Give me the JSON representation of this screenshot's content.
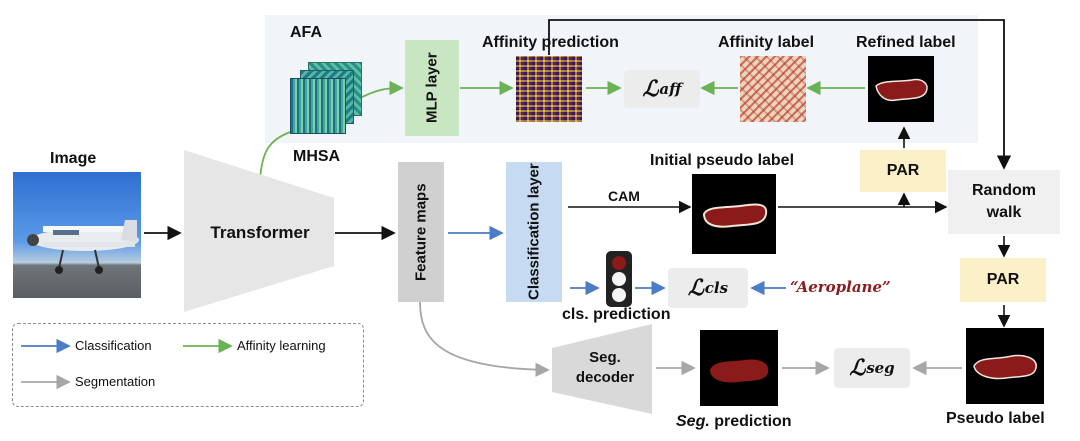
{
  "afa": {
    "title": "AFA",
    "mhsa": "MHSA",
    "mlp_layer": "MLP layer",
    "affinity_prediction": "Affinity prediction",
    "affinity_label": "Affinity label",
    "refined_label": "Refined label",
    "loss_aff": "aff"
  },
  "image": {
    "label": "Image"
  },
  "transformer": {
    "label": "Transformer"
  },
  "feature_maps": {
    "label": "Feature maps"
  },
  "classification_layer": {
    "label": "Classification layer"
  },
  "cam": {
    "label": "CAM"
  },
  "initial_pseudo_label": {
    "label": "Initial pseudo label"
  },
  "par_top": {
    "label": "PAR"
  },
  "random_walk": {
    "label": "Random walk"
  },
  "par_bottom": {
    "label": "PAR"
  },
  "pseudo_label": {
    "label": "Pseudo label"
  },
  "cls_prediction": {
    "label": "cls. prediction",
    "loss_cls": "cls",
    "class_name": "“Aeroplane”"
  },
  "seg_decoder": {
    "label": "Seg. decoder"
  },
  "seg_prediction": {
    "label_italic": "Seg.",
    "label_rest": " prediction",
    "loss_seg": "seg"
  },
  "legend": {
    "classification": "Classification",
    "affinity_learning": "Affinity learning",
    "segmentation": "Segmentation"
  },
  "colors": {
    "blue_arrow": "#4a7cc7",
    "green_arrow": "#6bb255",
    "gray_arrow": "#a6a6a6",
    "afa_bg": "#f1f4f8",
    "mlp_fill": "#c9e6c3",
    "cls_fill": "#c6dbf1",
    "par_fill": "#fbf0c8",
    "mask_red": "#8b1a1a",
    "aeroplane_text": "#8b1a1a"
  }
}
